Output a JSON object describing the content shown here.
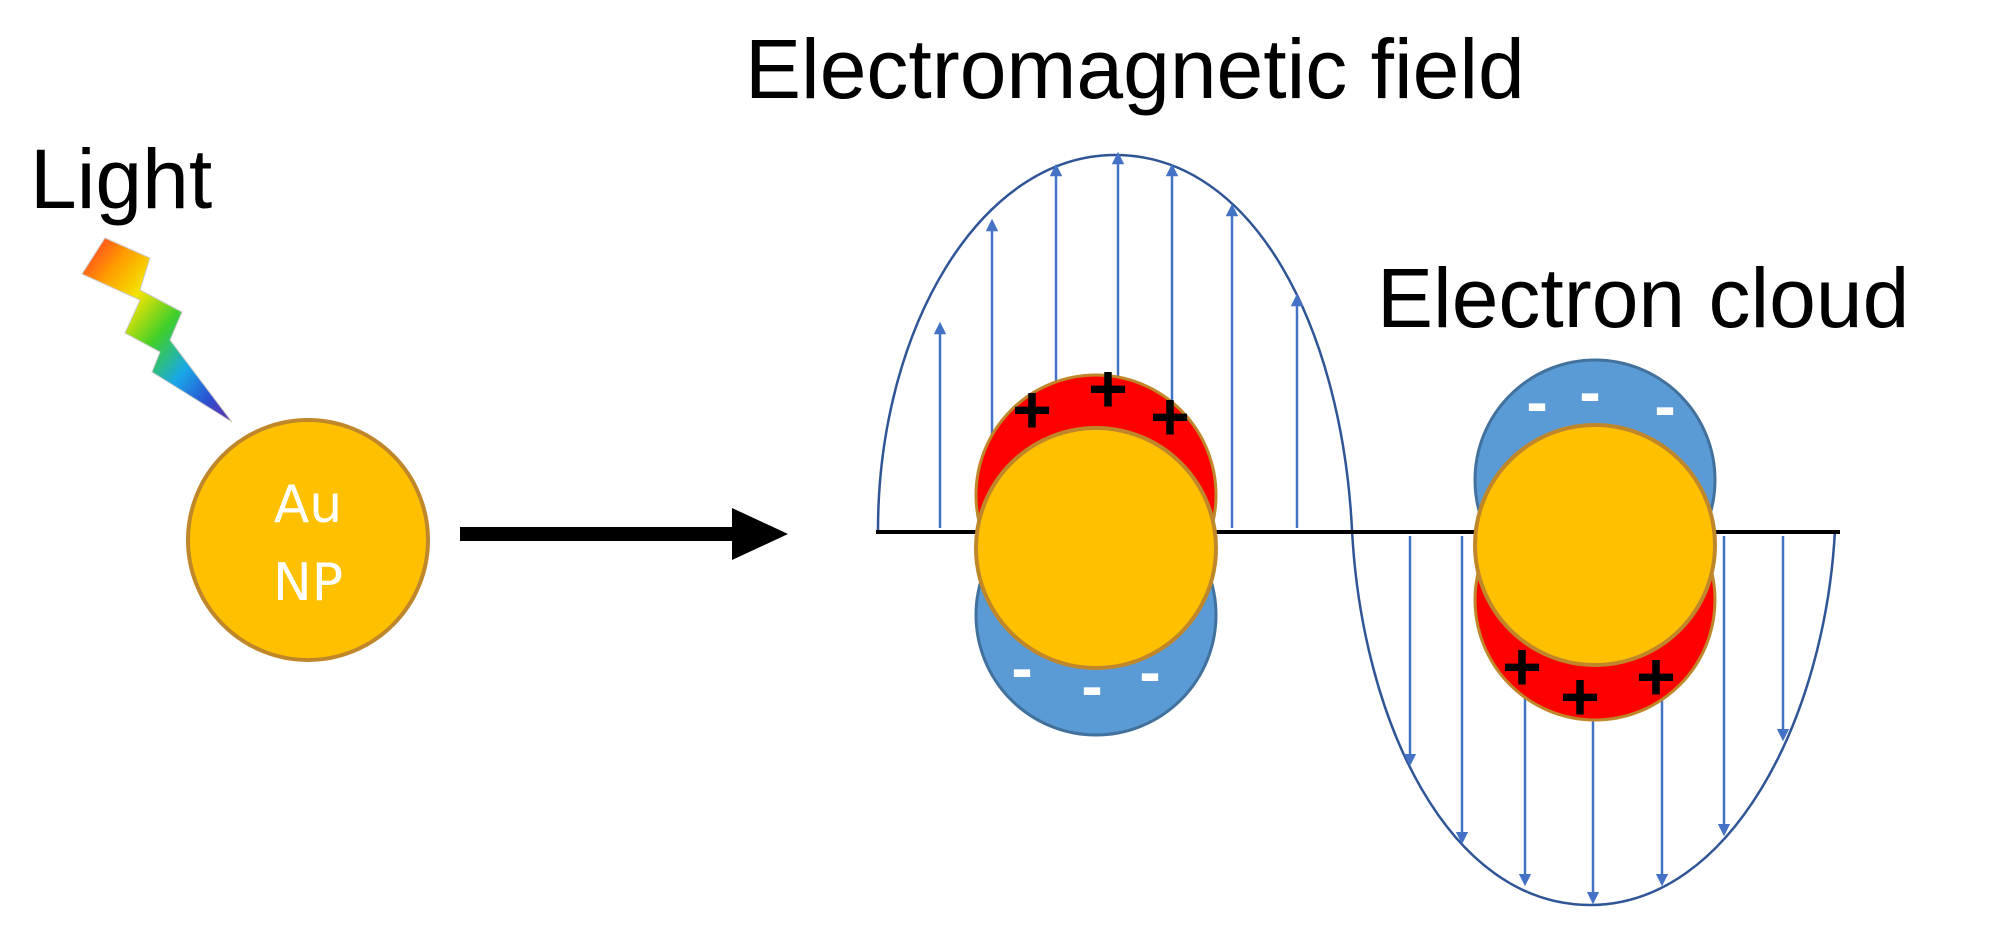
{
  "labels": {
    "light": "Light",
    "field": "Electromagnetic field",
    "cloud": "Electron cloud",
    "np_line1": "Au",
    "np_line2": "NP"
  },
  "charges": {
    "plus": "+",
    "minus": "-"
  },
  "colors": {
    "gold": "#FFC000",
    "gold_outline": "#C0872A",
    "positive_cloud": "#FF0000",
    "negative_cloud": "#5B9BD5",
    "field_arrow": "#4472C4",
    "wave_outline": "#2F5597",
    "axis": "#000000"
  },
  "icons": {
    "light": "rainbow-lightning-bolt-icon",
    "arrow": "right-arrow-icon"
  }
}
